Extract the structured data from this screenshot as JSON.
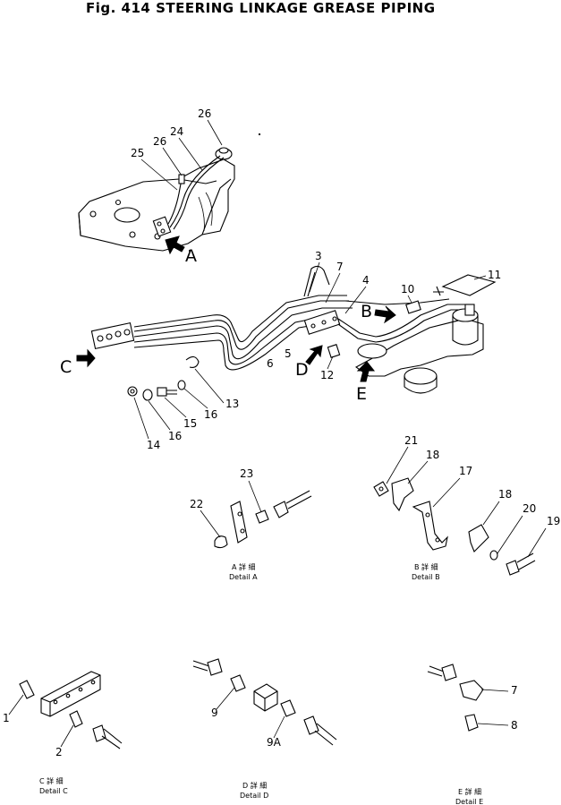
{
  "title": "Fig. 414   STEERING LINKAGE GREASE PIPING",
  "view_arrows": [
    "A",
    "B",
    "C",
    "D",
    "E"
  ],
  "callouts": {
    "c1": "1",
    "c2": "2",
    "c3": "3",
    "c4": "4",
    "c5": "5",
    "c6": "6",
    "c7": "7",
    "c9": "9",
    "c9a": "9A",
    "c10": "10",
    "c11": "11",
    "c12": "12",
    "c13": "13",
    "c14": "14",
    "c15": "15",
    "c16a": "16",
    "c16b": "16",
    "c17": "17",
    "c18a": "18",
    "c18b": "18",
    "c19": "19",
    "c20": "20",
    "c21": "21",
    "c22": "22",
    "c23": "23",
    "c24": "24",
    "c25": "25",
    "c26a": "26",
    "c26b": "26",
    "dE7": "7",
    "dE8": "8"
  },
  "details": {
    "a": {
      "jp": "A 詳 細",
      "en": "Detail A"
    },
    "b": {
      "jp": "B 詳 細",
      "en": "Detail B"
    },
    "c": {
      "jp": "C 詳 細",
      "en": "Detail C"
    },
    "d": {
      "jp": "D 詳 細",
      "en": "Detail D"
    },
    "e": {
      "jp": "E 詳 細",
      "en": "Detail E"
    }
  }
}
